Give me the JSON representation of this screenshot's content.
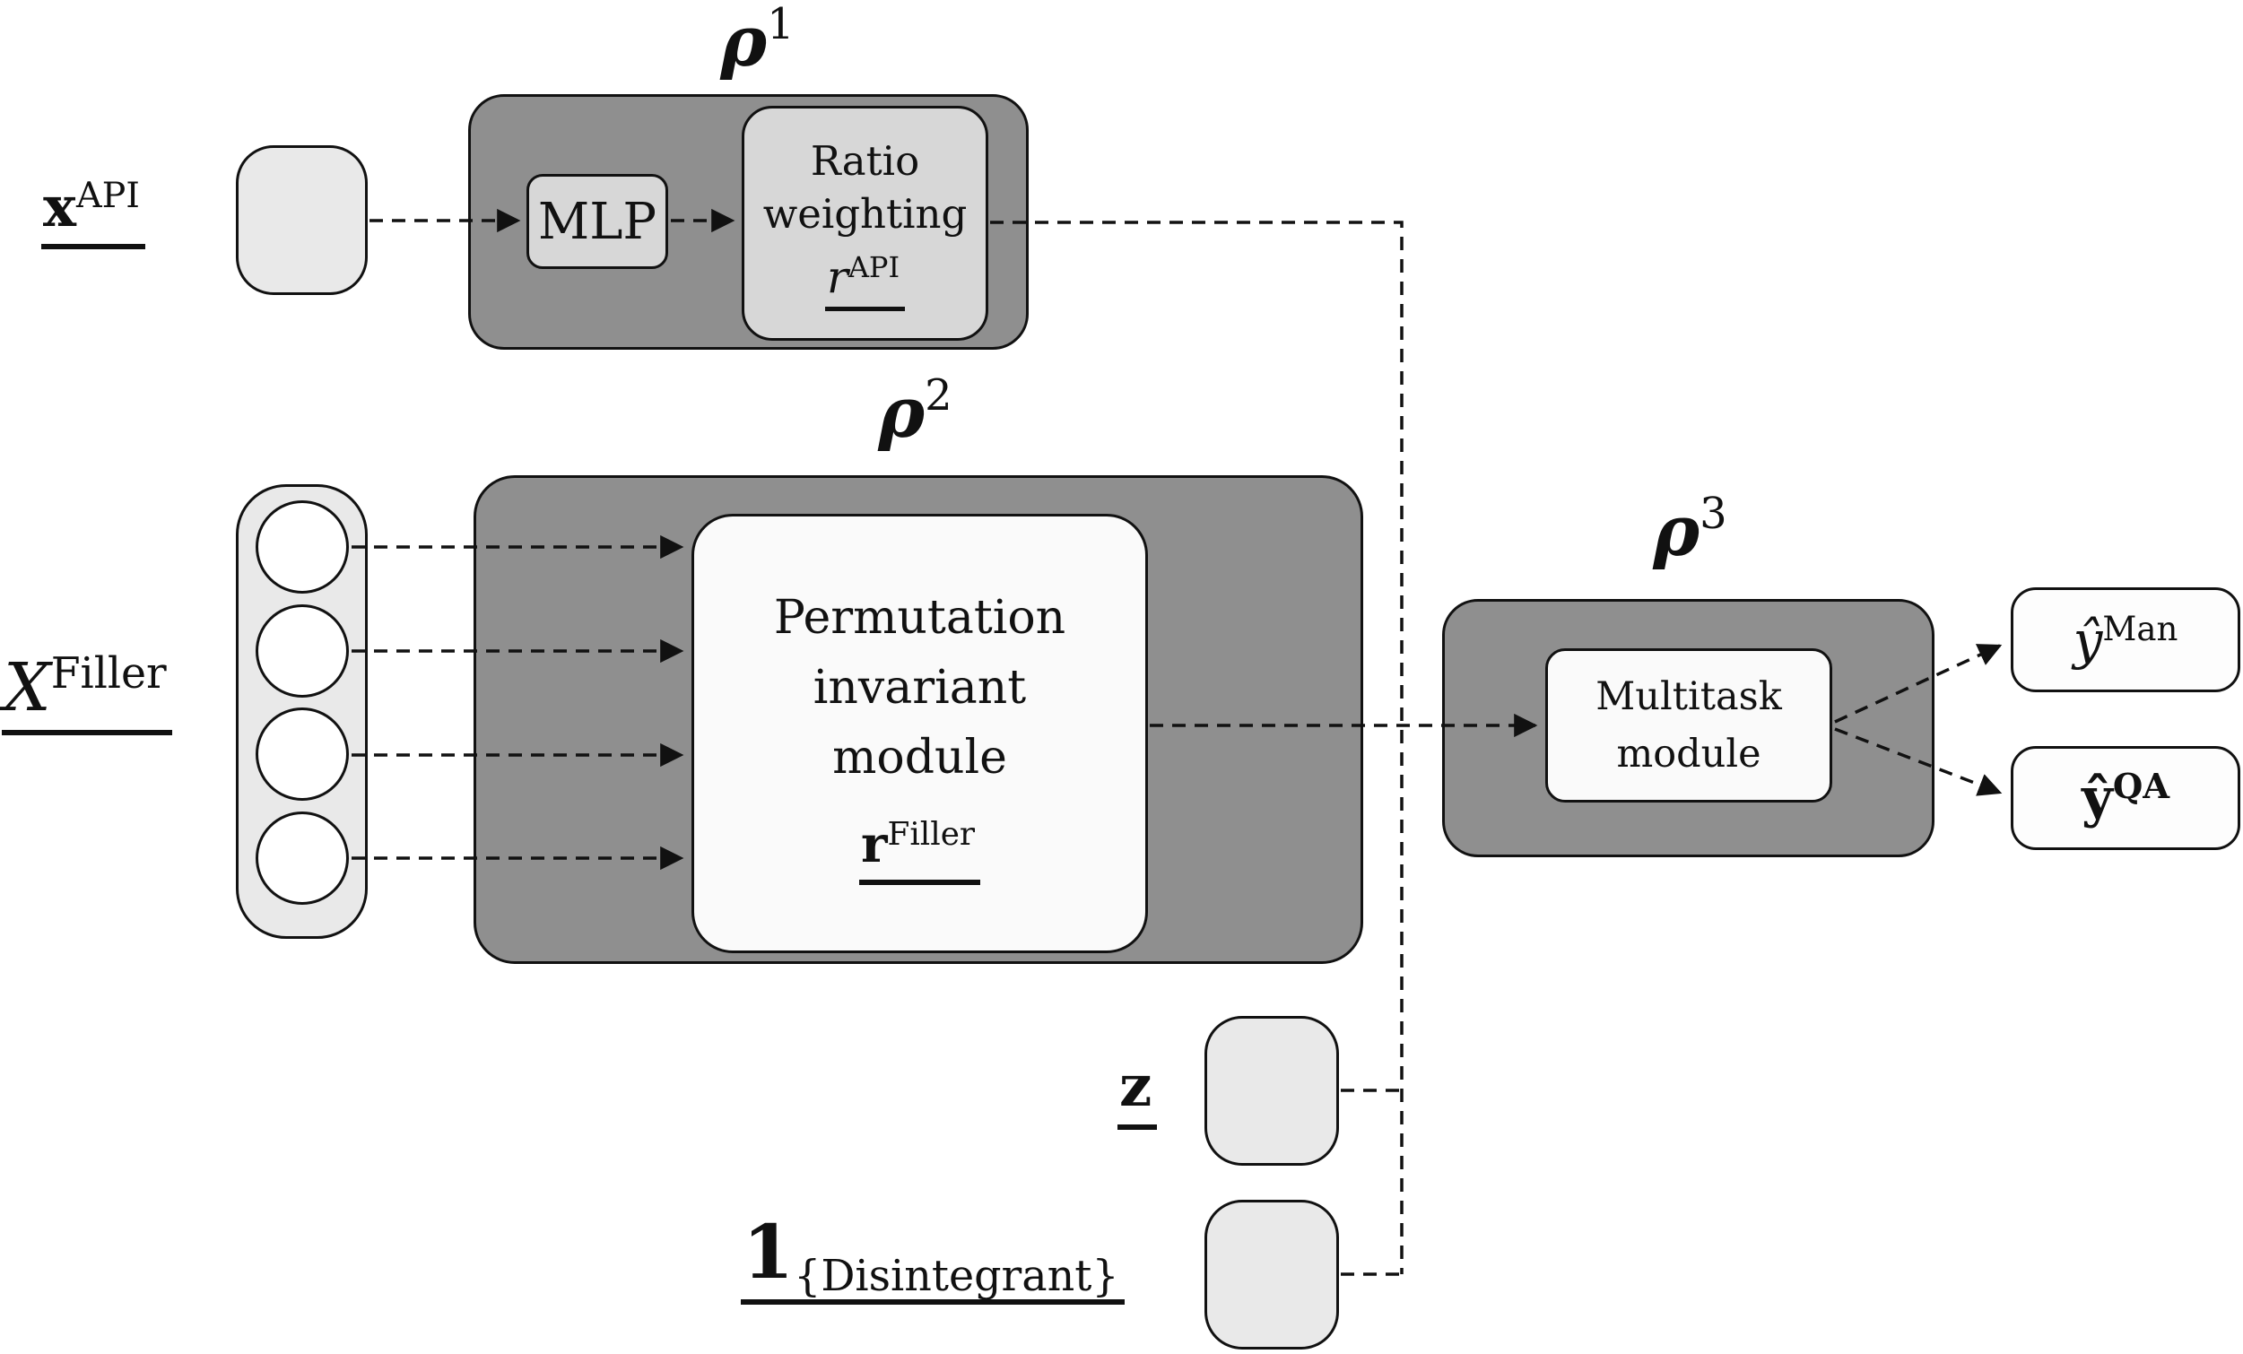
{
  "module_labels": {
    "rho1": {
      "base": "ρ",
      "sup": "1"
    },
    "rho2": {
      "base": "ρ",
      "sup": "2"
    },
    "rho3": {
      "base": "ρ",
      "sup": "3"
    }
  },
  "inputs": {
    "x_api": {
      "base": "x",
      "sup": "API"
    },
    "x_filler": {
      "base": "X",
      "sup": "Filler"
    },
    "z": {
      "base": "z"
    },
    "indicator": {
      "base": "1",
      "sub": "{Disintegrant}"
    }
  },
  "blocks": {
    "mlp": {
      "label": "MLP"
    },
    "ratio_weighting": {
      "line1": "Ratio",
      "line2": "weighting",
      "var_base": "r",
      "var_sup": "API"
    },
    "permutation": {
      "line1": "Permutation",
      "line2": "invariant",
      "line3": "module",
      "var_base": "r",
      "var_sup": "Filler"
    },
    "multitask": {
      "line1": "Multitask",
      "line2": "module"
    }
  },
  "outputs": {
    "y_man": {
      "base": "ŷ",
      "sup": "Man"
    },
    "y_qa": {
      "base": "ŷ",
      "sup": "QA"
    }
  },
  "colors": {
    "module_fill": "#8f8f8f",
    "inner_box_fill": "#d7d7d7",
    "input_pill_fill": "#e9e9e9",
    "white_box_fill": "#fafafa",
    "output_box_fill": "#fdfdfd",
    "stroke": "#111111",
    "background": "#ffffff"
  }
}
